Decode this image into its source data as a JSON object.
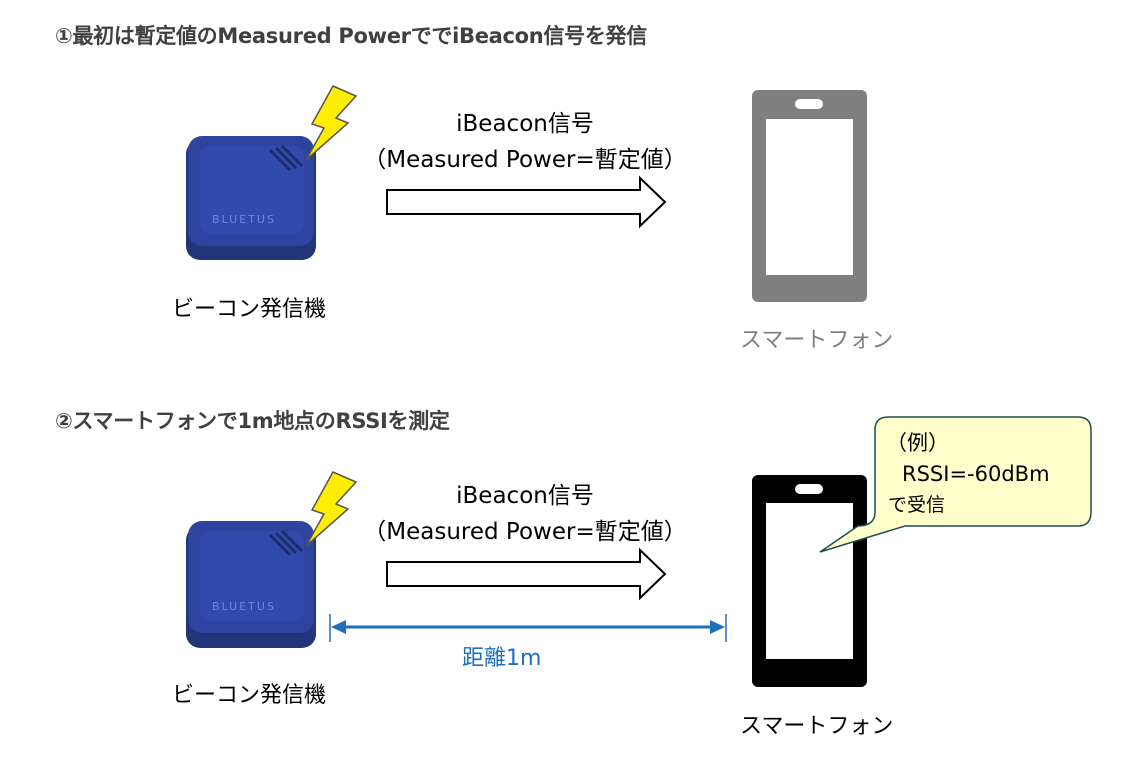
{
  "section1": {
    "heading": "①最初は暫定値のMeasured PowerででiBeacon信号を発信",
    "signal_line1": "iBeacon信号",
    "signal_line2": "（Measured Power=暫定値）",
    "device_label": "ビーコン発信機",
    "phone_label": "スマートフォン",
    "device_logo": "BLUETUS",
    "phone_color": "#7f7f7f"
  },
  "section2": {
    "heading": "②スマートフォンで1m地点のRSSIを測定",
    "signal_line1": "iBeacon信号",
    "signal_line2": "（Measured Power=暫定値）",
    "device_label": "ビーコン発信機",
    "phone_label": "スマートフォン",
    "device_logo": "BLUETUS",
    "distance_label": "距離1m",
    "phone_color": "#000000",
    "callout": {
      "line1": "（例）",
      "line2": "RSSI=-60dBm",
      "line3": "で受信"
    }
  },
  "colors": {
    "device_blue": "#2b3f8f",
    "lightning": "#ffee00",
    "distance_blue": "#1f6fbf",
    "callout_fill": "#ffffcc"
  },
  "icons": [
    "lightning-icon",
    "arrow-icon",
    "smartphone-icon",
    "beacon-device-icon"
  ]
}
